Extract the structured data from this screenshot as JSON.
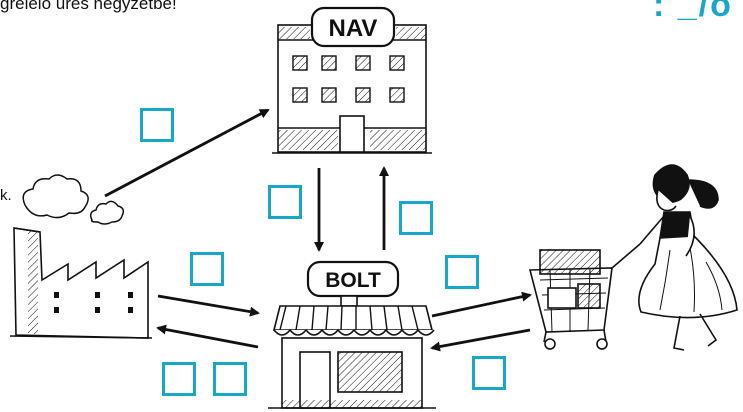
{
  "instruction_fragment": "grelelő üres négyzetbe!",
  "left_fragment": "k.",
  "page_number_fragment": ": _/ó",
  "labels": {
    "nav": "NAV",
    "bolt": "BOLT"
  },
  "colors": {
    "accent": "#19a7c9",
    "ink": "#111111"
  },
  "icons": [
    "factory-illustration",
    "nav-building-illustration",
    "shop-illustration",
    "shopper-woman-illustration",
    "cloud-icon"
  ]
}
